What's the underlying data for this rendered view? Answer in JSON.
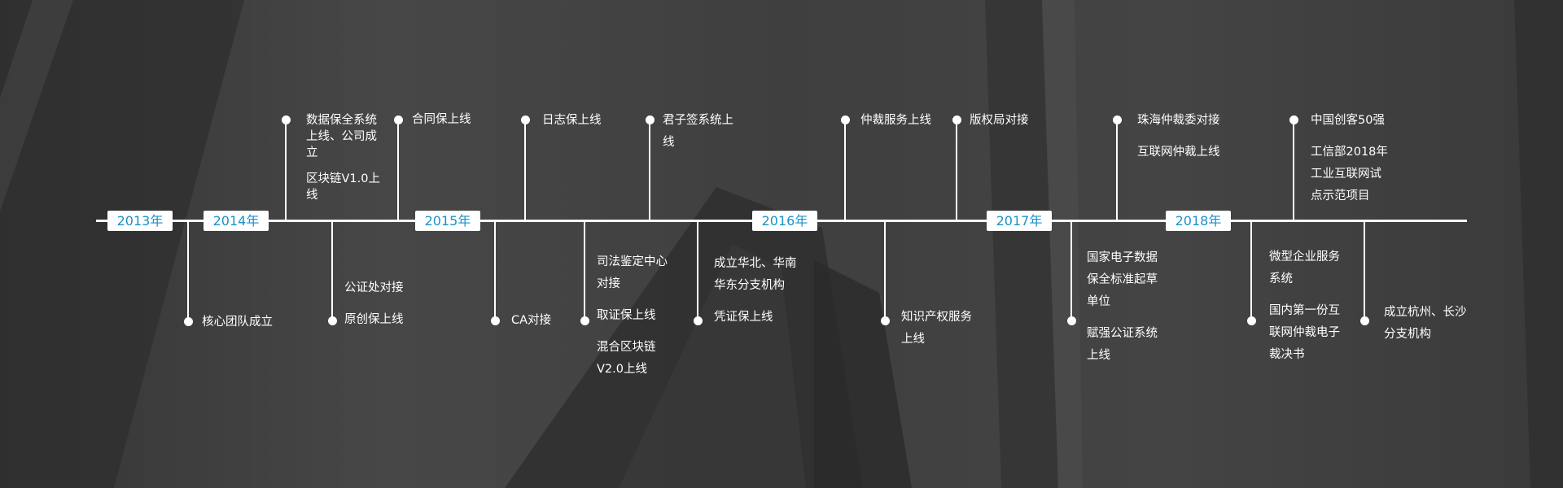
{
  "timeline": {
    "years": [
      "2013年",
      "2014年",
      "2015年",
      "2016年",
      "2017年",
      "2018年"
    ],
    "events": [
      {
        "id": "team",
        "groups": [
          [
            "核心团队成立"
          ]
        ]
      },
      {
        "id": "datasafe",
        "groups": [
          [
            "数据保全系统",
            "上线、公司成",
            "立"
          ],
          [
            "区块链V1.0上",
            "线"
          ]
        ]
      },
      {
        "id": "notary",
        "groups": [
          [
            "公证处对接"
          ],
          [
            "原创保上线"
          ]
        ]
      },
      {
        "id": "contract",
        "groups": [
          [
            "合同保上线"
          ]
        ]
      },
      {
        "id": "ca",
        "groups": [
          [
            "CA对接"
          ]
        ]
      },
      {
        "id": "log",
        "groups": [
          [
            "日志保上线"
          ]
        ]
      },
      {
        "id": "judicial",
        "groups": [
          [
            "司法鉴定中心",
            "对接"
          ],
          [
            "取证保上线"
          ],
          [
            "混合区块链",
            "V2.0上线"
          ]
        ]
      },
      {
        "id": "junzi",
        "groups": [
          [
            "君子签系统上",
            "线"
          ]
        ]
      },
      {
        "id": "branch1",
        "groups": [
          [
            "成立华北、华南",
            "华东分支机构"
          ],
          [
            "凭证保上线"
          ]
        ]
      },
      {
        "id": "arbitration",
        "groups": [
          [
            "仲裁服务上线"
          ]
        ]
      },
      {
        "id": "ip",
        "groups": [
          [
            "知识产权服务",
            "上线"
          ]
        ]
      },
      {
        "id": "copyright",
        "groups": [
          [
            "版权局对接"
          ]
        ]
      },
      {
        "id": "national",
        "groups": [
          [
            "国家电子数据",
            "保全标准起草",
            "单位"
          ],
          [
            "赋强公证系统",
            "上线"
          ]
        ]
      },
      {
        "id": "zhuhai",
        "groups": [
          [
            "珠海仲裁委对接"
          ],
          [
            "互联网仲裁上线"
          ]
        ]
      },
      {
        "id": "micro",
        "groups": [
          [
            "微型企业服务",
            "系统"
          ],
          [
            "国内第一份互",
            "联网仲裁电子",
            "裁决书"
          ]
        ]
      },
      {
        "id": "chuangke",
        "groups": [
          [
            "中国创客50强"
          ],
          [
            "工信部2018年",
            "工业互联网试",
            "点示范项目"
          ]
        ]
      },
      {
        "id": "branch2",
        "groups": [
          [
            "成立杭州、长沙",
            "分支机构"
          ]
        ]
      }
    ]
  }
}
